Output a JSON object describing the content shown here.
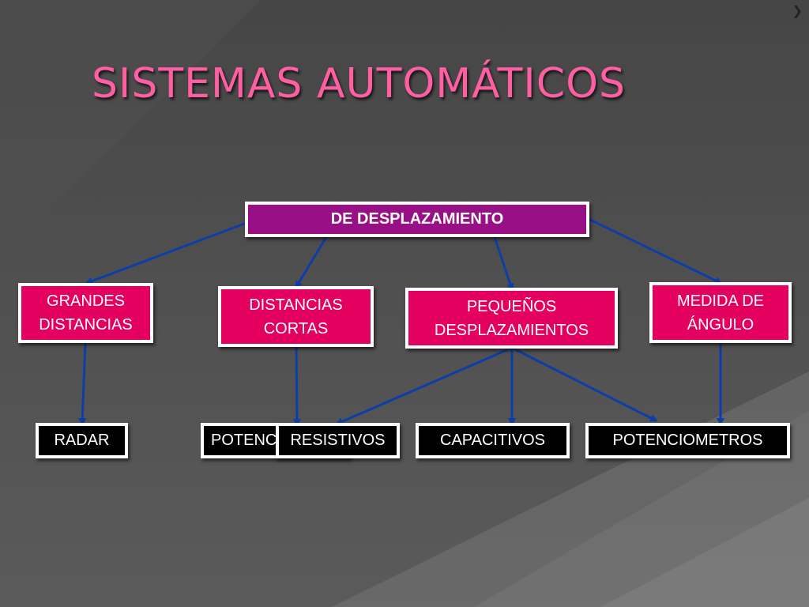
{
  "slide": {
    "title": "SISTEMAS AUTOMÁTICOS",
    "corner_glyph": "❯"
  },
  "diagram": {
    "root": "DE DESPLAZAMIENTO",
    "categories": {
      "grandes": "GRANDES\nDISTANCIAS",
      "cortas": "DISTANCIAS\nCORTAS",
      "pequenos": "PEQUEÑOS\nDESPLAZAMIENTOS",
      "angulo": "MEDIDA DE\nÁNGULO"
    },
    "leaves": {
      "radar": "RADAR",
      "poten_left": "POTENCIOMETROS",
      "resistivos": "RESISTIVOS",
      "capacitivos": "CAPACITIVOS",
      "poten_right": "POTENCIOMETROS"
    }
  },
  "colors": {
    "title": "#ff5fa2",
    "root_fill": "#990f86",
    "category_fill": "#e4005e",
    "leaf_fill": "#000000",
    "arrow": "#0d3ea8"
  }
}
